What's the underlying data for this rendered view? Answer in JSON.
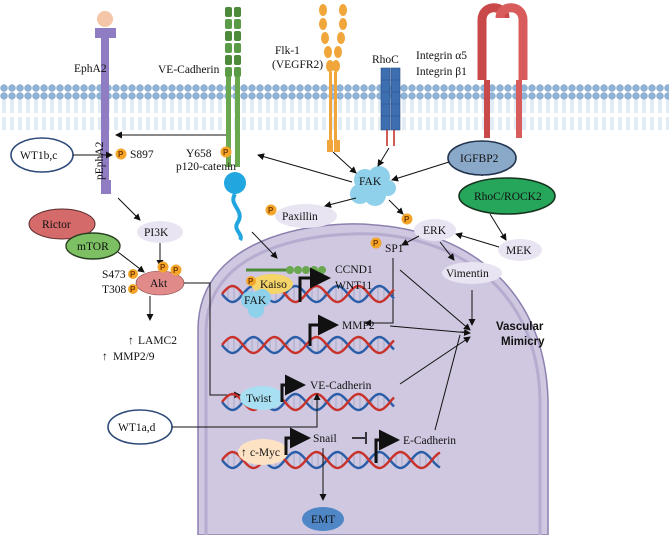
{
  "receptors": {
    "epha2": "EphA2",
    "ve_cadherin": "VE-Cadherin",
    "flk1_line1": "Flk-1",
    "flk1_line2": "(VEGFR2)",
    "rhoc": "RhoC",
    "integrin_a5": "Integrin α5",
    "integrin_b1": "Integrin β1"
  },
  "cytoplasm": {
    "wt1bc": "WT1b,c",
    "pepha2": "pEphA2",
    "s897": "S897",
    "y658": "Y658",
    "p120": "p120-catenin",
    "igfbp2": "IGFBP2",
    "fak": "FAK",
    "paxillin": "Paxillin",
    "rhoc_rock2": "RhoC/ROCK2",
    "erk": "ERK",
    "mek": "MEK",
    "sp1": "SP1",
    "vimentin": "Vimentin",
    "pi3k": "PI3K",
    "rictor": "Rictor",
    "mtor": "mTOR",
    "s473": "S473",
    "t308": "T308",
    "akt": "Akt",
    "lamc2": "LAMC2",
    "mmp29": "MMP2/9",
    "up_arrow": "↑"
  },
  "nucleus": {
    "kaiso": "Kaiso",
    "fak": "FAK",
    "ccnd1": "CCND1",
    "wnt11": "WNT11",
    "mmp2": "MMP2",
    "twist": "Twist",
    "ve_cadherin": "VE-Cadherin",
    "wt1ad": "WT1a,d",
    "cmyc": "c-Myc",
    "snail": "Snail",
    "e_cadherin": "E-Cadherin"
  },
  "outputs": {
    "vm_line1": "Vascular",
    "vm_line2": "Mimicry",
    "emt": "EMT"
  },
  "phospho_label": "P",
  "colors": {
    "membrane_head": "#8fb3d6",
    "membrane_tail": "#a9c7e3",
    "nucleus": "#cfc8e0",
    "nucleus_border": "#8c80b0",
    "phospho": "#f3a62a",
    "dna_blue": "#2a5da8",
    "dna_red": "#c8322a",
    "rictor": "#d46a6a",
    "mtor": "#7cc063",
    "rhoc_rock2": "#26a65b",
    "igfbp2": "#8aa9c9",
    "fak": "#8fd0ea",
    "p120": "#22a6e0",
    "akt": "#e08a8a",
    "twist": "#a8dff2",
    "cmyc": "#fde2c4",
    "emt": "#4f86c6",
    "kaiso": "#f5d46a",
    "pale_node": "#e9e4f2"
  }
}
